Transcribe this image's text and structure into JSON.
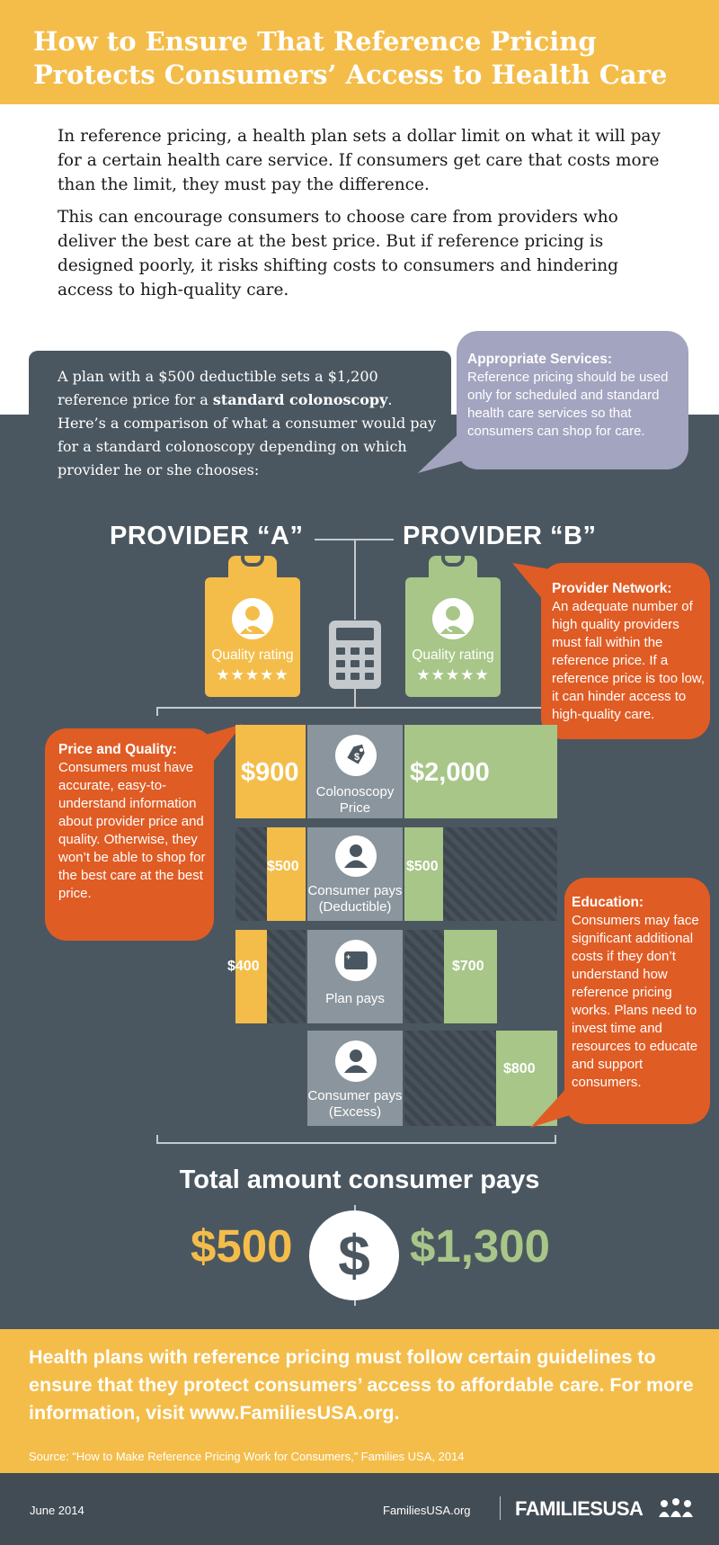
{
  "header": {
    "title": "How to Ensure That Reference Pricing Protects Consumers’ Access to Health Care"
  },
  "intro": {
    "p1": "In reference pricing, a health plan sets a dollar limit on what it will pay for a certain health care service. If consumers get care that costs more than the limit, they must pay the difference.",
    "p2": " This can encourage consumers to choose care from providers who deliver the best care at the best price. But if reference pricing is designed poorly, it risks shifting costs to consumers and hindering access to high-quality care."
  },
  "scenario": {
    "before": "A plan with a $500 deductible sets a $1,200 reference price for a ",
    "bold": "standard colonoscopy",
    "after": ". Here’s a comparison of what a consumer would pay for a standard colonoscopy depending on which provider he or she chooses:"
  },
  "callouts": {
    "appropriate": {
      "head": "Appropriate Services:",
      "body": "Reference pricing should be used only for scheduled and standard health care services so that consumers can shop for care."
    },
    "network": {
      "head": "Provider Network:",
      "body": "An adequate number of high quality providers must fall within the reference price. If a reference price is too low, it can hinder access to high-quality care."
    },
    "price_quality": {
      "head": "Price and Quality:",
      "body": "Consumers must have accurate, easy-to-understand information about provider price and quality. Otherwise, they won’t be able to shop for the best care at the best price."
    },
    "education": {
      "head": "Education:",
      "body": "Consumers may face significant additional costs if they don’t understand how reference pricing works. Plans need to invest time and resources to educate and support consumers."
    }
  },
  "providers": {
    "a": {
      "title": "PROVIDER “A”",
      "rating_label": "Quality rating",
      "stars": "★★★★★"
    },
    "b": {
      "title": "PROVIDER “B”",
      "rating_label": "Quality rating",
      "stars": "★★★★★"
    }
  },
  "rows": {
    "price": {
      "label": "Colonoscopy Price",
      "a": "$900",
      "b": "$2,000"
    },
    "deductible": {
      "label": "Consumer pays (Deductible)",
      "a": "$500",
      "b": "$500"
    },
    "plan": {
      "label": "Plan pays",
      "a": "$400",
      "b": "$700"
    },
    "excess": {
      "label": "Consumer pays (Excess)",
      "b": "$800"
    }
  },
  "total": {
    "title": "Total amount consumer pays",
    "a": "$500",
    "b": "$1,300",
    "symbol": "$"
  },
  "footer": {
    "message": "Health plans with reference pricing must follow certain guidelines to ensure that they protect consumers’ access to affordable care. For more information, visit www.FamiliesUSA.org.",
    "source": "Source: “How to Make Reference Pricing Work for Consumers,” Families USA, 2014",
    "date": "June 2014",
    "site": "FamiliesUSA.org",
    "logo": "FAMILIESUSA"
  },
  "colors": {
    "yellow": "#f4bd4a",
    "green": "#a7c688",
    "orange": "#e05c25",
    "purple": "#a3a4bf",
    "slate": "#4b5760",
    "cell_gray": "#8a959d"
  }
}
